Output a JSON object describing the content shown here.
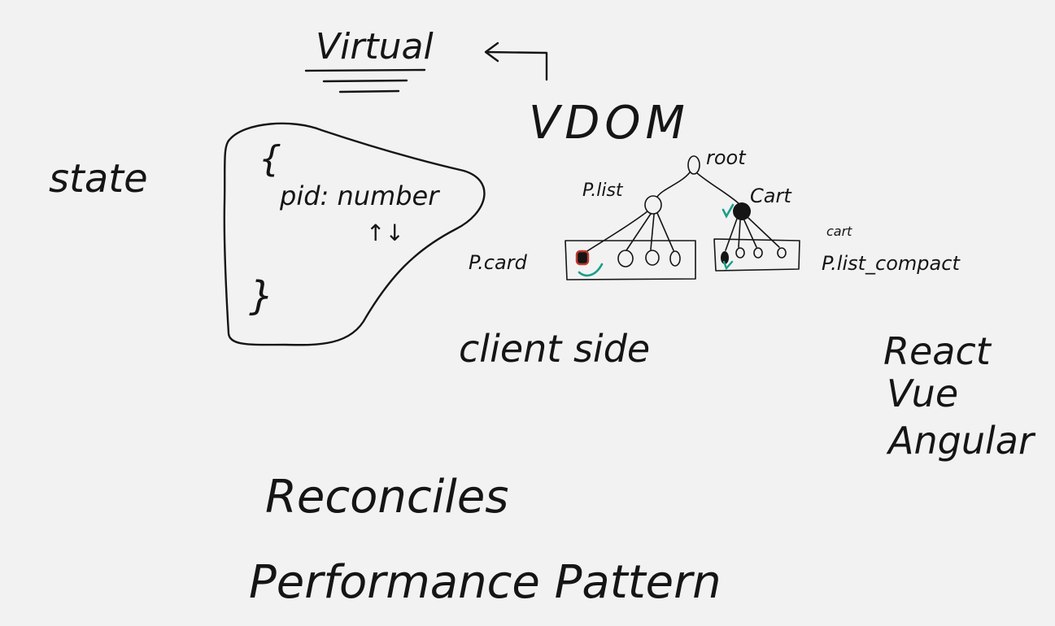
{
  "labels": {
    "virtual": "Virtual",
    "vdom": "VDOM",
    "state": "state",
    "open_brace": "{",
    "pid_line": "pid: number",
    "updown": "↑↓",
    "close_brace": "}",
    "root": "root",
    "p_list": "P.list",
    "cart": "Cart",
    "cart_small": "cart",
    "p_card": "P.card",
    "p_list_compact": "P.list_compact",
    "client_side": "client side",
    "react": "React",
    "vue": "Vue",
    "angular": "Angular",
    "reconciles": "Reconciles",
    "performance_pattern": "Performance Pattern"
  },
  "colors": {
    "background": "#f2f2f2",
    "ink": "#151515",
    "check_mark": "#1a9e8a",
    "highlight": "#c0392b"
  }
}
